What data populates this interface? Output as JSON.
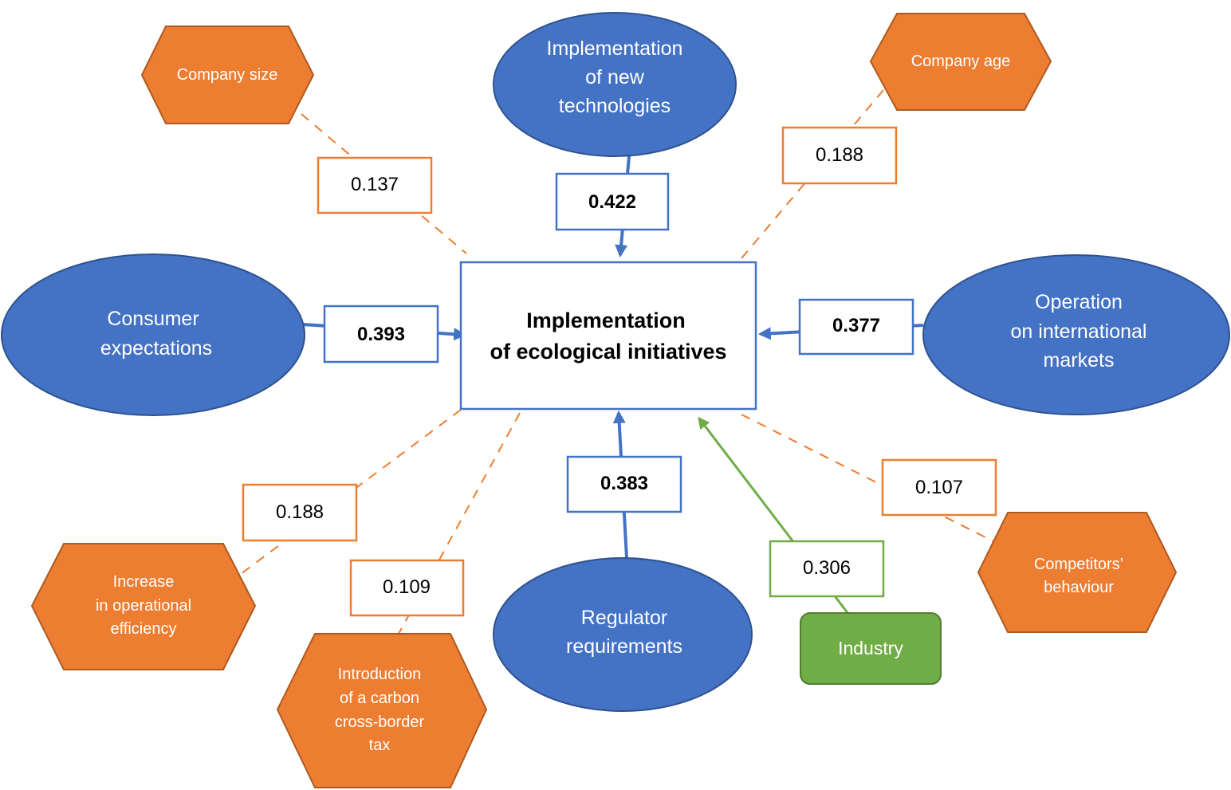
{
  "colors": {
    "blue_fill": "#4472C4",
    "blue_stroke": "#2F528F",
    "orange_fill": "#ED7D31",
    "orange_stroke": "#AE5A21",
    "green_fill": "#70AD47",
    "green_stroke": "#507E32",
    "white": "#FFFFFF",
    "text_dark": "#000000"
  },
  "central": {
    "line1": "Implementation",
    "line2": "of ecological initiatives"
  },
  "main_factors": [
    {
      "id": "tech",
      "lines": [
        "Implementation",
        "of new",
        "technologies"
      ],
      "coefficient": "0.422",
      "icon": "ellipse"
    },
    {
      "id": "consumer",
      "lines": [
        "Consumer",
        "expectations"
      ],
      "coefficient": "0.393",
      "icon": "ellipse"
    },
    {
      "id": "intl",
      "lines": [
        "Operation",
        "on international",
        "markets"
      ],
      "coefficient": "0.377",
      "icon": "ellipse"
    },
    {
      "id": "regulator",
      "lines": [
        "Regulator",
        "requirements"
      ],
      "coefficient": "0.383",
      "icon": "ellipse"
    }
  ],
  "moderators": [
    {
      "id": "size",
      "lines": [
        "Company size"
      ],
      "coefficient": "0.137",
      "icon": "hexagon"
    },
    {
      "id": "age",
      "lines": [
        "Company age"
      ],
      "coefficient": "0.188",
      "icon": "hexagon"
    },
    {
      "id": "efficiency",
      "lines": [
        "Increase",
        "in operational",
        "efficiency"
      ],
      "coefficient": "0.188",
      "icon": "hexagon"
    },
    {
      "id": "carbon",
      "lines": [
        "Introduction",
        "of a carbon",
        "cross-border",
        "tax"
      ],
      "coefficient": "0.109",
      "icon": "hexagon"
    },
    {
      "id": "competitors",
      "lines": [
        "Competitors’",
        "behaviour"
      ],
      "coefficient": "0.107",
      "icon": "hexagon"
    }
  ],
  "industry": {
    "label": "Industry",
    "coefficient": "0.306",
    "icon": "rounded-rectangle"
  }
}
